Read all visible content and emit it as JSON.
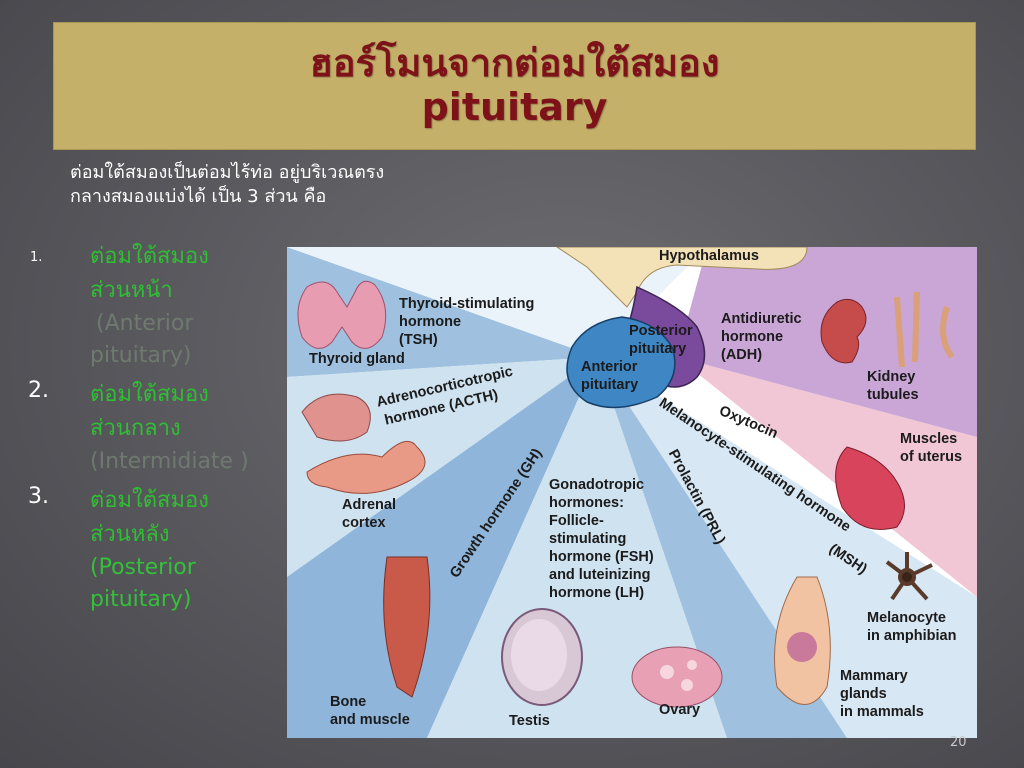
{
  "title": {
    "line1": "ฮอร์โมนจากต่อมใต้สมอง",
    "line2": "pituitary"
  },
  "intro": {
    "line1": "ต่อมใต้สมองเป็นต่อมไร้ท่อ อยู่บริเวณตรง",
    "line2": "กลางสมองแบ่งได้ เป็น 3 ส่วน คือ"
  },
  "list": [
    {
      "num": "1.",
      "thai1": "ต่อมใต้สมอง",
      "thai2": "ส่วนหน้า",
      "eng1": "(Anterior",
      "eng2": "pituitary)"
    },
    {
      "num": "2.",
      "thai1": "ต่อมใต้สมอง",
      "thai2": "ส่วนกลาง",
      "eng1": "(Intermidiate )"
    },
    {
      "num": "3.",
      "thai1": "ต่อมใต้สมอง",
      "thai2": "ส่วนหลัง",
      "eng1": "(Posterior",
      "eng2": "pituitary)"
    }
  ],
  "diagram": {
    "hypothalamus": "Hypothalamus",
    "posterior1": "Posterior",
    "posterior2": "pituitary",
    "anterior1": "Anterior",
    "anterior2": "pituitary",
    "tsh1": "Thyroid-stimulating",
    "tsh2": "hormone",
    "tsh3": "(TSH)",
    "thyroid": "Thyroid gland",
    "acth1": "Adrenocorticotropic",
    "acth2": "hormone (ACTH)",
    "adrenal1": "Adrenal",
    "adrenal2": "cortex",
    "gh": "Growth hormone (GH)",
    "bone1": "Bone",
    "bone2": "and muscle",
    "gonad1": "Gonadotropic",
    "gonad2": "hormones:",
    "gonad3": "Follicle-",
    "gonad4": "stimulating",
    "gonad5": "hormone (FSH)",
    "gonad6": "and luteinizing",
    "gonad7": "hormone (LH)",
    "testis": "Testis",
    "ovary": "Ovary",
    "prl": "Prolactin (PRL)",
    "msh1": "Melanocyte-stimulating hormone",
    "msh2": "(MSH)",
    "oxytocin": "Oxytocin",
    "adh1": "Antidiuretic",
    "adh2": "hormone",
    "adh3": "(ADH)",
    "kidney1": "Kidney",
    "kidney2": "tubules",
    "uterus1": "Muscles",
    "uterus2": "of uterus",
    "melanocyte1": "Melanocyte",
    "melanocyte2": "in amphibian",
    "mammary1": "Mammary",
    "mammary2": "glands",
    "mammary3": "in mammals"
  },
  "slide_number": "20",
  "colors": {
    "title_bg": "#c5b06a",
    "title_text": "#7e1219",
    "list_green": "#2fbf33"
  }
}
